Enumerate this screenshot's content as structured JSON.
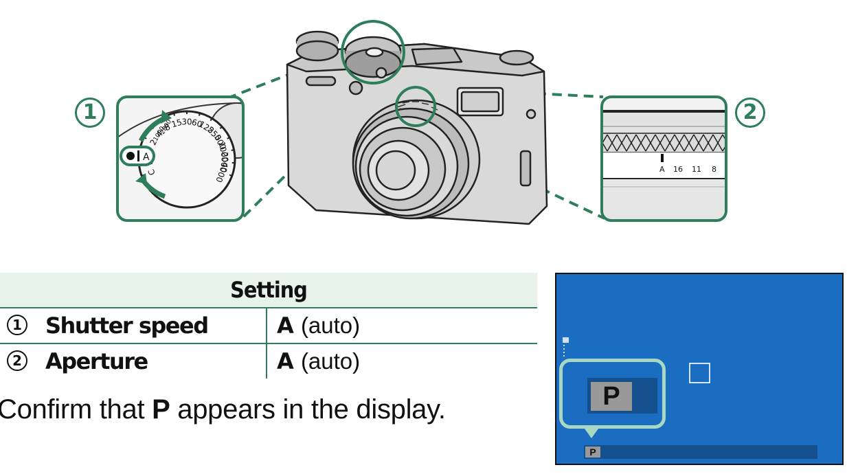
{
  "callouts": {
    "one": "1",
    "two": "2"
  },
  "dial": {
    "index_letter": "A",
    "speeds": [
      "C",
      "B",
      "T",
      "2",
      "4",
      "8",
      "15",
      "30",
      "60",
      "125",
      "250",
      "500",
      "1000",
      "2000",
      "4000"
    ],
    "extra": "2800",
    "extra2": "1000"
  },
  "aperture_ring": {
    "labels": [
      "A",
      "16",
      "11",
      "8"
    ]
  },
  "table": {
    "header": "Setting",
    "rows": [
      {
        "num": "1",
        "name": "Shutter speed",
        "value": "A",
        "note": "(auto)"
      },
      {
        "num": "2",
        "name": "Aperture",
        "value": "A",
        "note": "(auto)"
      }
    ]
  },
  "instruction": {
    "before": "Confirm that ",
    "bold": "P",
    "after": " appears in the display."
  },
  "display": {
    "mode": "P",
    "bottom_mode": "P"
  },
  "colors": {
    "accent": "#2e7d5b",
    "table_header_bg": "#e7f2ed",
    "lcd_bg": "#1a6dc1",
    "lcd_highlight": "#a8d8c3"
  }
}
